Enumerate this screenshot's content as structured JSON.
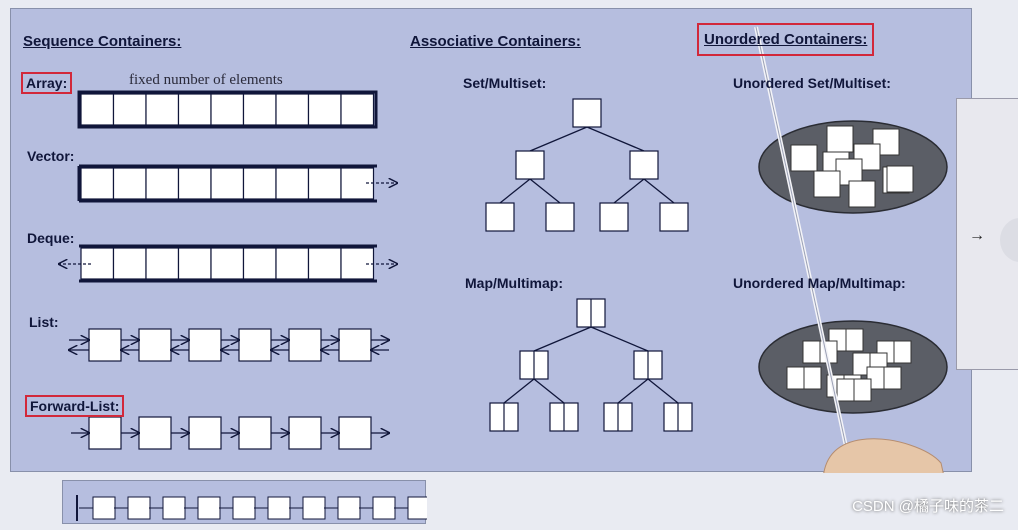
{
  "headers": {
    "sequence": "Sequence Containers:",
    "associative": "Associative Containers:",
    "unordered": "Unordered Containers:"
  },
  "labels": {
    "array": "Array:",
    "array_note": "fixed number of elements",
    "vector": "Vector:",
    "deque": "Deque:",
    "list": "List:",
    "forward_list": "Forward-List:",
    "set": "Set/Multiset:",
    "map": "Map/Multimap:",
    "unordered_set": "Unordered Set/Multiset:",
    "unordered_map": "Unordered Map/Multimap:"
  },
  "side_panel": {
    "arrow": "→"
  },
  "watermark": "CSDN @橘子味的茶二",
  "colors": {
    "slide_bg": "#b6bedf",
    "box_fill": "#ffffff",
    "ink": "#10163a",
    "highlight": "#d2283a",
    "ellipse_fill": "#5b5e66"
  }
}
